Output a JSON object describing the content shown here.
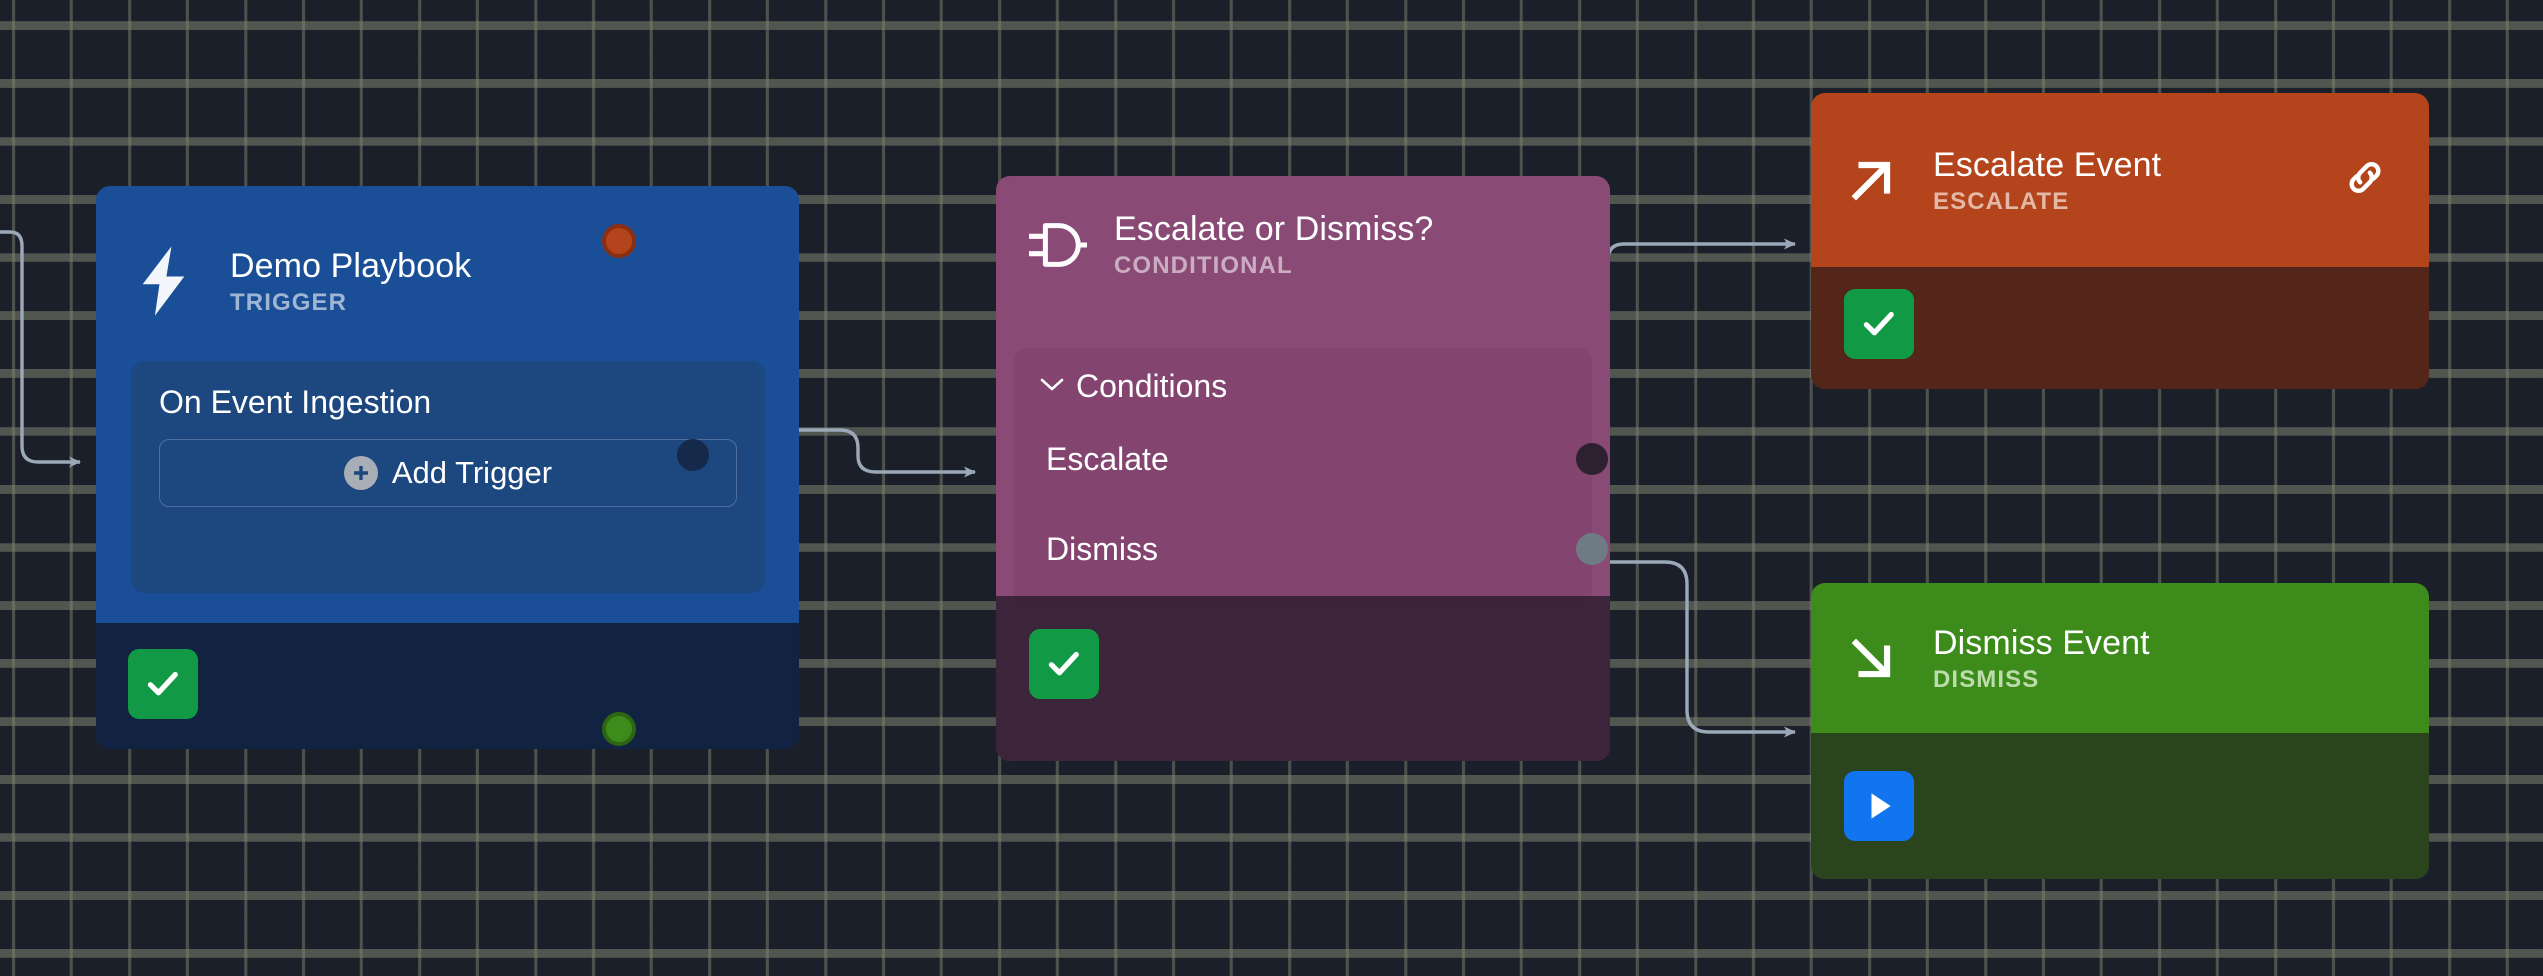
{
  "canvas": {
    "background_color": "#1b1f2a",
    "grid_dot_color": "#808470",
    "edge_color": "#9aa8b8"
  },
  "nodes": {
    "trigger": {
      "title": "Demo Playbook",
      "subtitle": "TRIGGER",
      "icon": "lightning-bolt-icon",
      "color": "#1a4e96",
      "inner": {
        "label": "On Event Ingestion",
        "add_button_label": "Add Trigger",
        "add_button_icon": "plus-circle-icon"
      },
      "status_badge": {
        "icon": "check-icon",
        "color": "#119945"
      }
    },
    "conditional": {
      "title": "Escalate or Dismiss?",
      "subtitle": "CONDITIONAL",
      "icon": "logic-gate-icon",
      "color": "#8a4a76",
      "conditions_header": "Conditions",
      "conditions_chevron": "chevron-down-icon",
      "conditions": [
        {
          "label": "Escalate",
          "handle_color": "#2d2130"
        },
        {
          "label": "Dismiss",
          "handle_color": "#6e7b85"
        }
      ],
      "status_badge": {
        "icon": "check-icon",
        "color": "#119945"
      }
    },
    "escalate": {
      "title": "Escalate Event",
      "subtitle": "ESCALATE",
      "icon": "arrow-up-right-icon",
      "action_icon": "link-icon",
      "color": "#b4441b",
      "status_badge": {
        "icon": "check-icon",
        "color": "#119945"
      }
    },
    "dismiss": {
      "title": "Dismiss Event",
      "subtitle": "DISMISS",
      "icon": "arrow-down-right-icon",
      "color": "#3d8c1b",
      "status_badge": {
        "icon": "play-icon",
        "color": "#1175ef"
      }
    }
  }
}
